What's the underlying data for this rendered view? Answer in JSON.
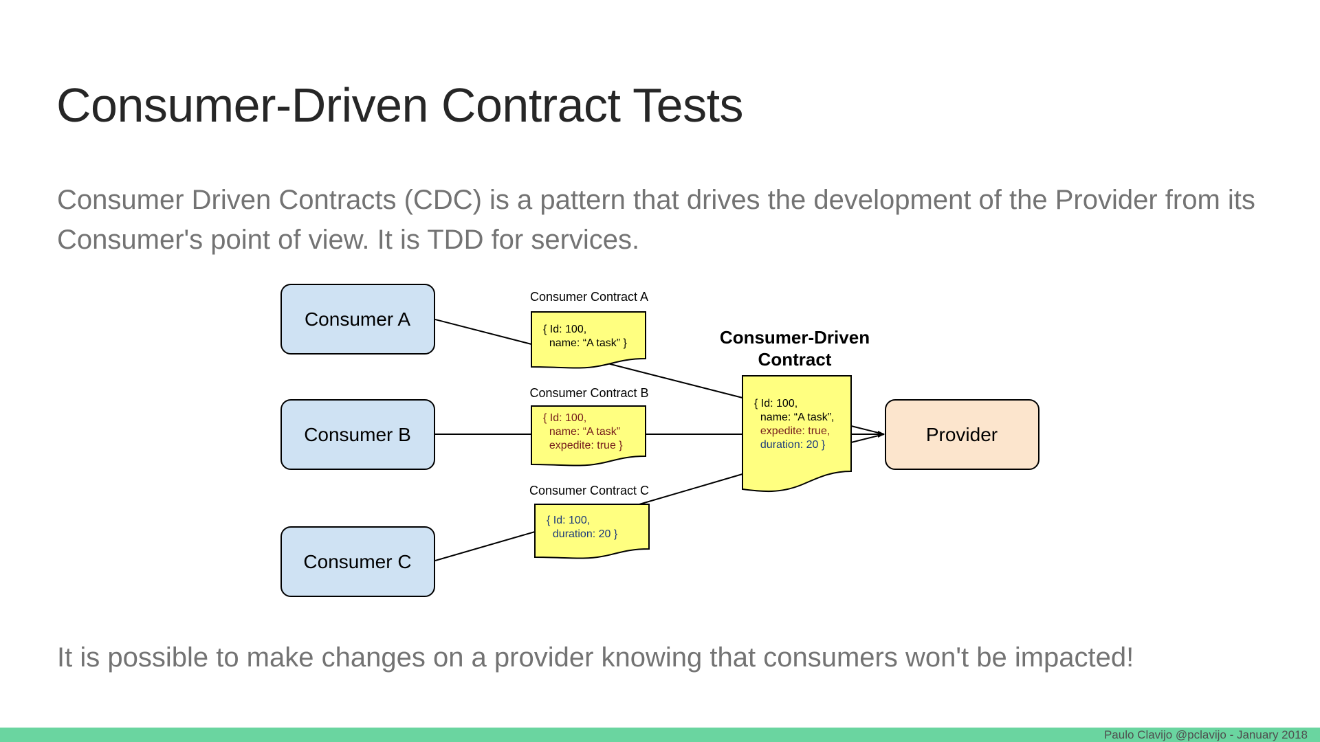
{
  "slide": {
    "title": "Consumer-Driven Contract Tests",
    "lead": "Consumer Driven Contracts (CDC) is a pattern that drives the development of the Provider from its Consumer's point of view. It is TDD for services.",
    "closing": "It is possible to make changes on a provider knowing that consumers won't be impacted!",
    "footer": "Paulo Clavijo @pclavijo  -  January 2018"
  },
  "diagram": {
    "consumers": [
      {
        "label": "Consumer A"
      },
      {
        "label": "Consumer B"
      },
      {
        "label": "Consumer C"
      }
    ],
    "contracts": [
      {
        "title": "Consumer Contract A",
        "lines": [
          "{ Id: 100,",
          "  name: “A task” }"
        ]
      },
      {
        "title": "Consumer Contract B",
        "lines": [
          "{ Id: 100,",
          "  name: “A task”",
          "  expedite: true }"
        ]
      },
      {
        "title": "Consumer Contract C",
        "lines": [
          "{ Id: 100,",
          "  duration: 20 }"
        ]
      }
    ],
    "cdc": {
      "title_line1": "Consumer-Driven",
      "title_line2": "Contract",
      "lines": [
        "{ Id: 100,",
        "  name: “A task”,",
        "  expedite: true,",
        "  duration: 20 }"
      ]
    },
    "provider": {
      "label": "Provider"
    },
    "colors": {
      "consumer_fill": "#cfe2f3",
      "provider_fill": "#fce5cd",
      "document_fill": "#ffff80",
      "contract_a_text": "#000000",
      "contract_b_text": "#741b1b",
      "contract_c_text": "#1c3a7a",
      "footer_bar": "#6ad5a0"
    }
  }
}
